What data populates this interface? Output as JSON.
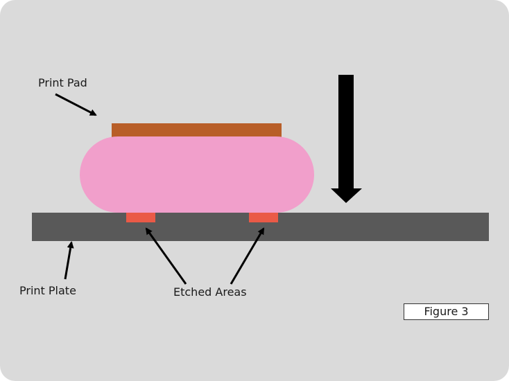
{
  "labels": {
    "print_pad": "Print Pad",
    "print_plate": "Print Plate",
    "etched_areas": "Etched Areas",
    "figure": "Figure 3"
  },
  "colors": {
    "background": "#dadada",
    "plate": "#595959",
    "pad": "#f19fcb",
    "pad_top": "#b85e28",
    "etched": "#ea5a47",
    "arrow": "#000000"
  }
}
